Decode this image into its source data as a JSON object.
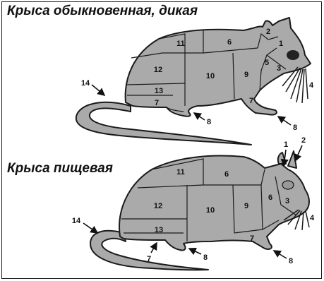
{
  "titles": {
    "wild": "Крыса обыкновенная, дикая",
    "food": "Крыса пищевая"
  },
  "wild_rat": {
    "labels": {
      "l1": "1",
      "l2": "2",
      "l3": "3",
      "l4": "4",
      "l5": "5",
      "l6": "6",
      "l7a": "7",
      "l7b": "7",
      "l8a": "8",
      "l8b": "8",
      "l9": "9",
      "l10": "10",
      "l11": "11",
      "l12": "12",
      "l13": "13",
      "l14": "14"
    }
  },
  "food_rat": {
    "labels": {
      "l1": "1",
      "l2": "2",
      "l3": "3",
      "l4": "4",
      "l6": "6",
      "l7a": "7",
      "l7b": "7",
      "l8a": "8",
      "l8b": "8",
      "l9": "9",
      "l10": "10",
      "l11": "11",
      "l12": "12",
      "l13": "13",
      "l14": "14"
    }
  },
  "colors": {
    "body_fill": "#aaaaaa",
    "outline": "#1a1a1a",
    "eye": "#222222"
  }
}
